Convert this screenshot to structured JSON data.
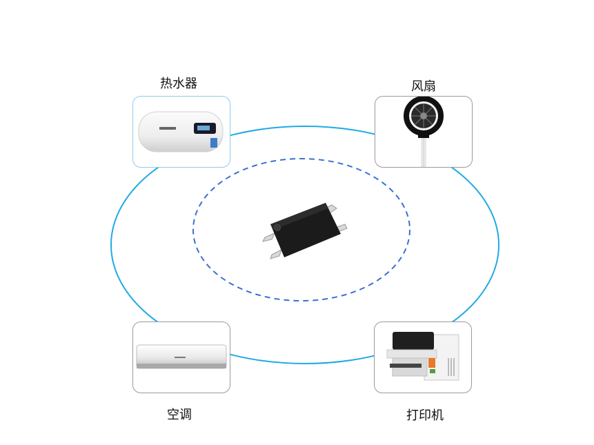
{
  "center": {
    "icon": "chip-icon"
  },
  "items": [
    {
      "id": "water-heater",
      "label": "热水器",
      "icon": "water-heater-icon",
      "border": "#8fc9ef"
    },
    {
      "id": "fan",
      "label": "风扇",
      "icon": "fan-icon",
      "border": "#9a9a9a"
    },
    {
      "id": "air-conditioner",
      "label": "空调",
      "icon": "air-conditioner-icon",
      "border": "#9a9a9a"
    },
    {
      "id": "printer",
      "label": "打印机",
      "icon": "printer-icon",
      "border": "#9a9a9a"
    }
  ],
  "colors": {
    "outer_ring": "#1fa9e6",
    "inner_ring": "#3a6fd0"
  }
}
